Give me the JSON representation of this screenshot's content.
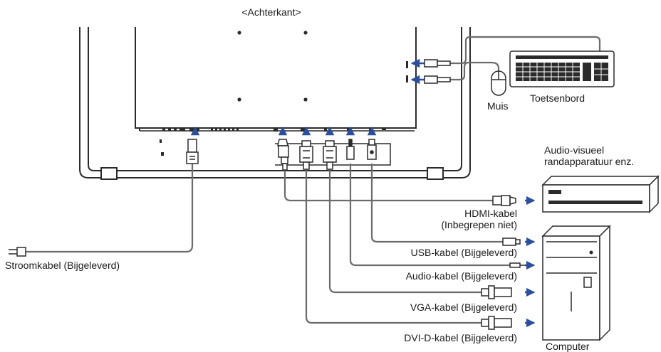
{
  "diagram": {
    "title": "<Achterkant>",
    "colors": {
      "line": "#2b2b2b",
      "arrow": "#2b4f9e",
      "cable": "#6b6b6b",
      "fill": "#ffffff"
    },
    "labels": {
      "keyboard": "Toetsenbord",
      "mouse": "Muis",
      "av_device_line1": "Audio-visueel",
      "av_device_line2": "randapparatuur enz.",
      "hdmi_line1": "HDMI-kabel",
      "hdmi_line2": "(Inbegrepen niet)",
      "usb": "USB-kabel (Bijgeleverd)",
      "audio": "Audio-kabel (Bijgeleverd)",
      "vga": "VGA-kabel (Bijgeleverd)",
      "dvi": "DVI-D-kabel (Bijgeleverd)",
      "power": "Stroomkabel (Bijgeleverd)",
      "computer": "Computer"
    }
  }
}
